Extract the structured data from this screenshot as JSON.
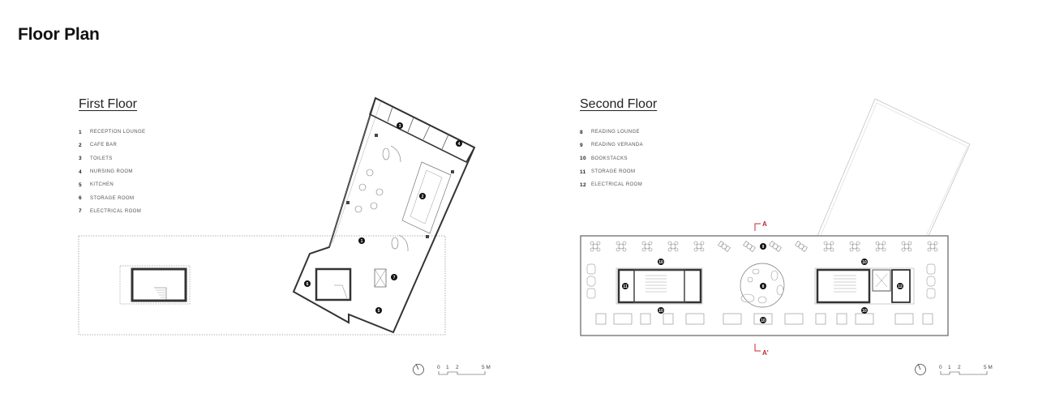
{
  "page": {
    "title": "Floor Plan"
  },
  "first_floor": {
    "title": "First Floor",
    "legend": [
      {
        "num": "1",
        "label": "RECEPTION LOUNGE"
      },
      {
        "num": "2",
        "label": "CAFE BAR"
      },
      {
        "num": "3",
        "label": "TOILETS"
      },
      {
        "num": "4",
        "label": "NURSING ROOM"
      },
      {
        "num": "5",
        "label": "KITCHEN"
      },
      {
        "num": "6",
        "label": "STORAGE ROOM"
      },
      {
        "num": "7",
        "label": "ELECTRICAL ROOM"
      }
    ],
    "tags": [
      "1",
      "2",
      "3",
      "4",
      "5",
      "6",
      "7"
    ],
    "scale": {
      "ticks": [
        "0",
        "1",
        "2",
        "5 M"
      ]
    }
  },
  "second_floor": {
    "title": "Second Floor",
    "legend": [
      {
        "num": "8",
        "label": "READING LOUNGE"
      },
      {
        "num": "9",
        "label": "READING VERANDA"
      },
      {
        "num": "10",
        "label": "BOOKSTACKS"
      },
      {
        "num": "11",
        "label": "STORAGE ROOM"
      },
      {
        "num": "12",
        "label": "ELECTRICAL ROOM"
      }
    ],
    "tags": [
      "8",
      "9",
      "10",
      "11",
      "12"
    ],
    "section_marks": {
      "top": "A",
      "bottom": "A'"
    },
    "scale": {
      "ticks": [
        "0",
        "1",
        "2",
        "5 M"
      ]
    }
  },
  "colors": {
    "wall": "#3a3a3a",
    "line": "#888888",
    "section": "#c0282d",
    "text": "#111111"
  }
}
